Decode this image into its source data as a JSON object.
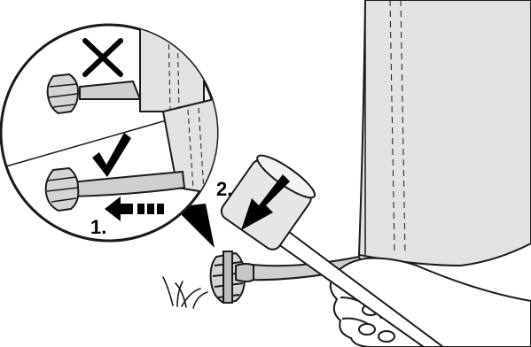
{
  "steps": {
    "step1": {
      "label": "1.",
      "meaning": "pull-left"
    },
    "step2": {
      "label": "2.",
      "meaning": "hammer-down"
    }
  },
  "inset": {
    "wrong": {
      "icon": "cross-icon"
    },
    "right": {
      "icon": "check-icon"
    }
  },
  "colors": {
    "line": "#1a1a1a",
    "tent_fabric": "#e2e2e2",
    "tent_shade": "#d6d6d6",
    "hammer_head": "#e6e6e6",
    "white": "#ffffff"
  }
}
